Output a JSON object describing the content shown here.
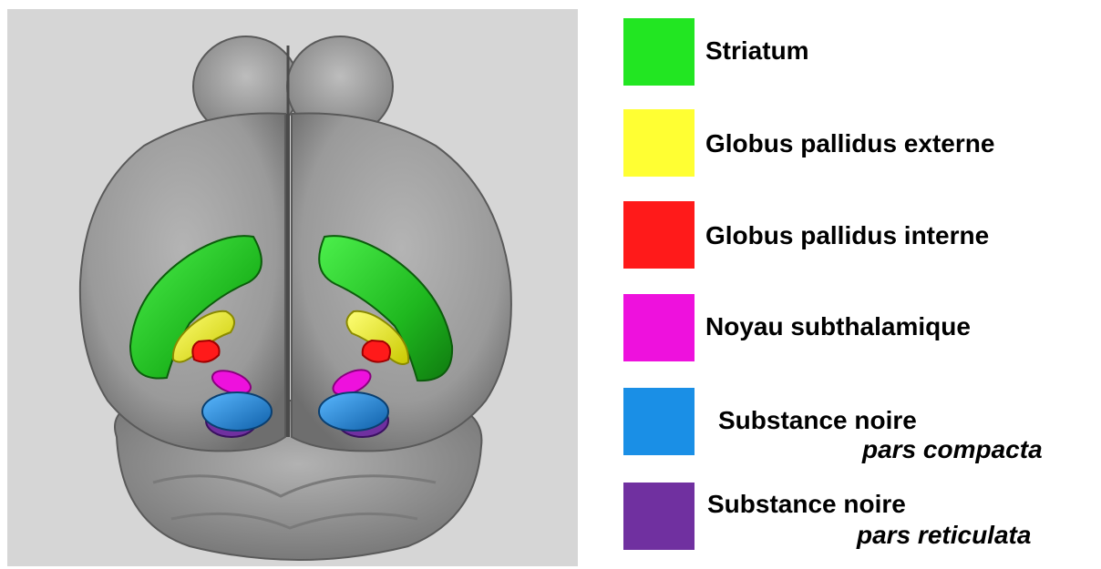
{
  "colors": {
    "panel_background": "#d6d6d6",
    "brain_surface": "#9b9b9b",
    "striatum": "#22e622",
    "globus_pallidus_externe": "#ffff33",
    "globus_pallidus_interne": "#ff1a1a",
    "noyau_subthalamique": "#ee11dd",
    "substance_noire_pars_compacta": "#1a8fe6",
    "substance_noire_pars_reticulata": "#7030a0"
  },
  "legend": {
    "items": [
      {
        "label": "Striatum",
        "color": "#22e622"
      },
      {
        "label": "Globus pallidus externe",
        "color": "#ffff33"
      },
      {
        "label": "Globus pallidus interne",
        "color": "#ff1a1a"
      },
      {
        "label": "Noyau subthalamique",
        "color": "#ee11dd"
      },
      {
        "label": "Substance noire",
        "sublabel": "pars compacta",
        "color": "#1a8fe6"
      },
      {
        "label": "Substance noire",
        "sublabel": "pars reticulata",
        "color": "#7030a0"
      }
    ]
  }
}
